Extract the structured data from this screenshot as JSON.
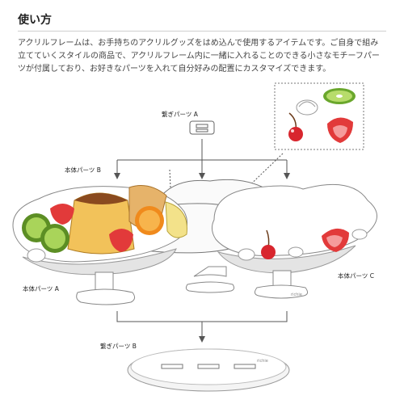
{
  "section": {
    "title": "使い方",
    "description": "アクリルフレームは、お手持ちのアクリルグッズをはめ込んで使用するアイテムです。ご自身で組み立てていくスタイルの商品で、アクリルフレーム内に一緒に入れることのできる小さなモチーフパーツが付属しており、お好きなパーツを入れて自分好みの配置にカスタマイズできます。"
  },
  "diagram": {
    "labels": {
      "connector_top": "繋ぎパーツ A",
      "body_b": "本体パーツ B",
      "body_a": "本体パーツ A",
      "body_c": "本体パーツ C",
      "connector_bottom": "繋ぎパーツ B"
    },
    "base_brand": "richie",
    "colors": {
      "strawberry": "#e23a3a",
      "kiwi": "#7cbd3a",
      "pudding": "#f2c25a",
      "caramel": "#8a4a1f",
      "orange": "#f08a1c",
      "cream": "#ffffff",
      "plate_gray": "#e4e4e4",
      "line_gray": "#888888"
    }
  }
}
